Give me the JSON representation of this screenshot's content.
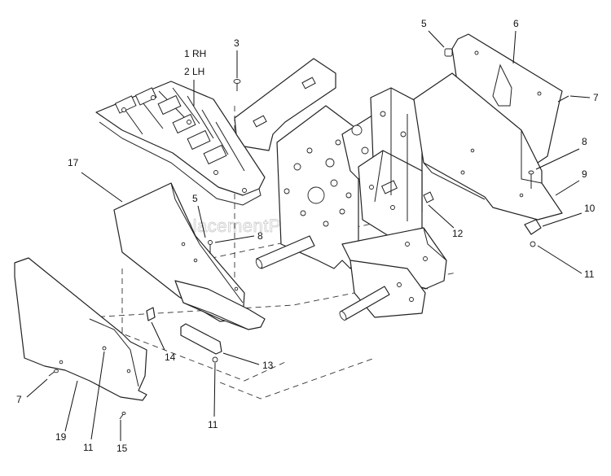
{
  "diagram": {
    "watermark": "eReplacementParts.com",
    "callouts": {
      "c1rh": "1 RH",
      "c2lh": "2 LH",
      "c3": "3",
      "c5top": "5",
      "c6": "6",
      "c7right": "7",
      "c8right": "8",
      "c9": "9",
      "c10": "10",
      "c11right": "11",
      "c12": "12",
      "c17": "17",
      "c5mid": "5",
      "c8mid": "8",
      "c14": "14",
      "c13": "13",
      "c11bottom": "11",
      "c7left": "7",
      "c19": "19",
      "c11left": "11",
      "c15": "15"
    }
  }
}
